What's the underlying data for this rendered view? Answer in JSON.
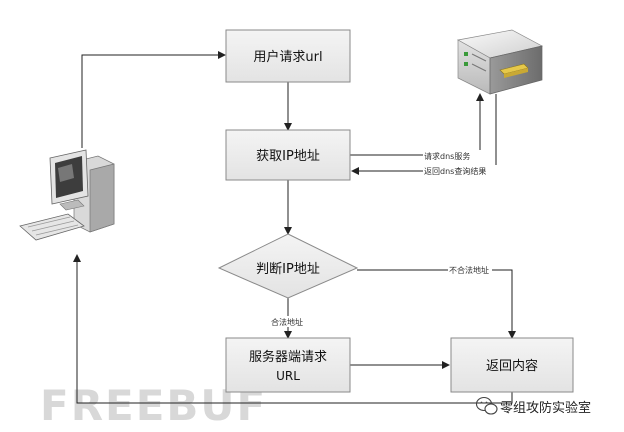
{
  "nodes": {
    "request_url": "用户请求url",
    "get_ip": "获取IP地址",
    "judge_ip": "判断IP地址",
    "server_request_line1": "服务器端请求",
    "server_request_line2": "URL",
    "return_content": "返回内容"
  },
  "edge_labels": {
    "request_dns": "请求dns服务",
    "return_dns": "返回dns查询结果",
    "illegal": "不合法地址",
    "legal": "合法地址"
  },
  "watermark": {
    "text": "FREEBUF",
    "brand": "零组攻防实验室"
  },
  "colors": {
    "box_fill": "#ececec",
    "box_stroke": "#8a8a8a",
    "arrow": "#222222",
    "watermark": "#d8d8d8"
  },
  "icons": {
    "server": "server-icon",
    "computer": "desktop-computer-icon",
    "wechat": "wechat-icon"
  }
}
